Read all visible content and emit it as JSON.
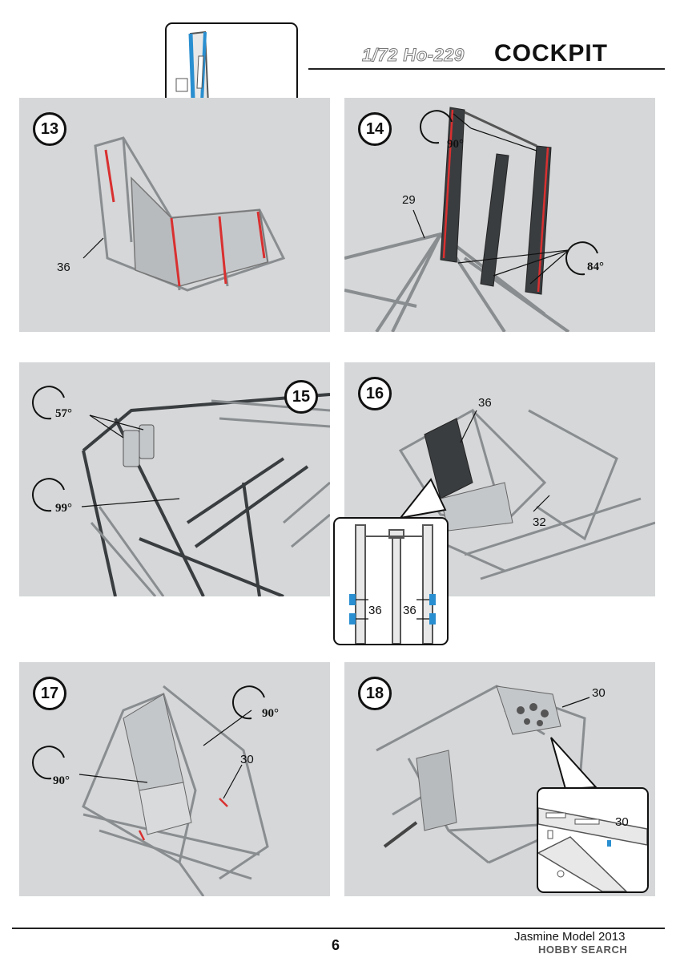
{
  "header": {
    "subtitle": "1/72 Ho-229",
    "title": "COCKPIT"
  },
  "steps": [
    {
      "number": "13",
      "labels": [
        "36"
      ]
    },
    {
      "number": "14",
      "labels": [
        "29"
      ],
      "rotations": [
        "90°",
        "84°"
      ]
    },
    {
      "number": "15",
      "rotations": [
        "57°",
        "99°"
      ]
    },
    {
      "number": "16",
      "labels": [
        "36",
        "32"
      ],
      "callout_labels": [
        "36",
        "36"
      ]
    },
    {
      "number": "17",
      "labels": [
        "30"
      ],
      "rotations": [
        "90°",
        "90°"
      ]
    },
    {
      "number": "18",
      "labels": [
        "30"
      ],
      "callout_labels": [
        "30"
      ]
    }
  ],
  "footer": {
    "page": "6",
    "credit": "Jasmine Model 2013",
    "watermark": "HOBBY SEARCH"
  },
  "colors": {
    "panel_bg": "#d5d7d8",
    "highlight_red": "#d93030",
    "highlight_blue": "#2a8fd0"
  }
}
